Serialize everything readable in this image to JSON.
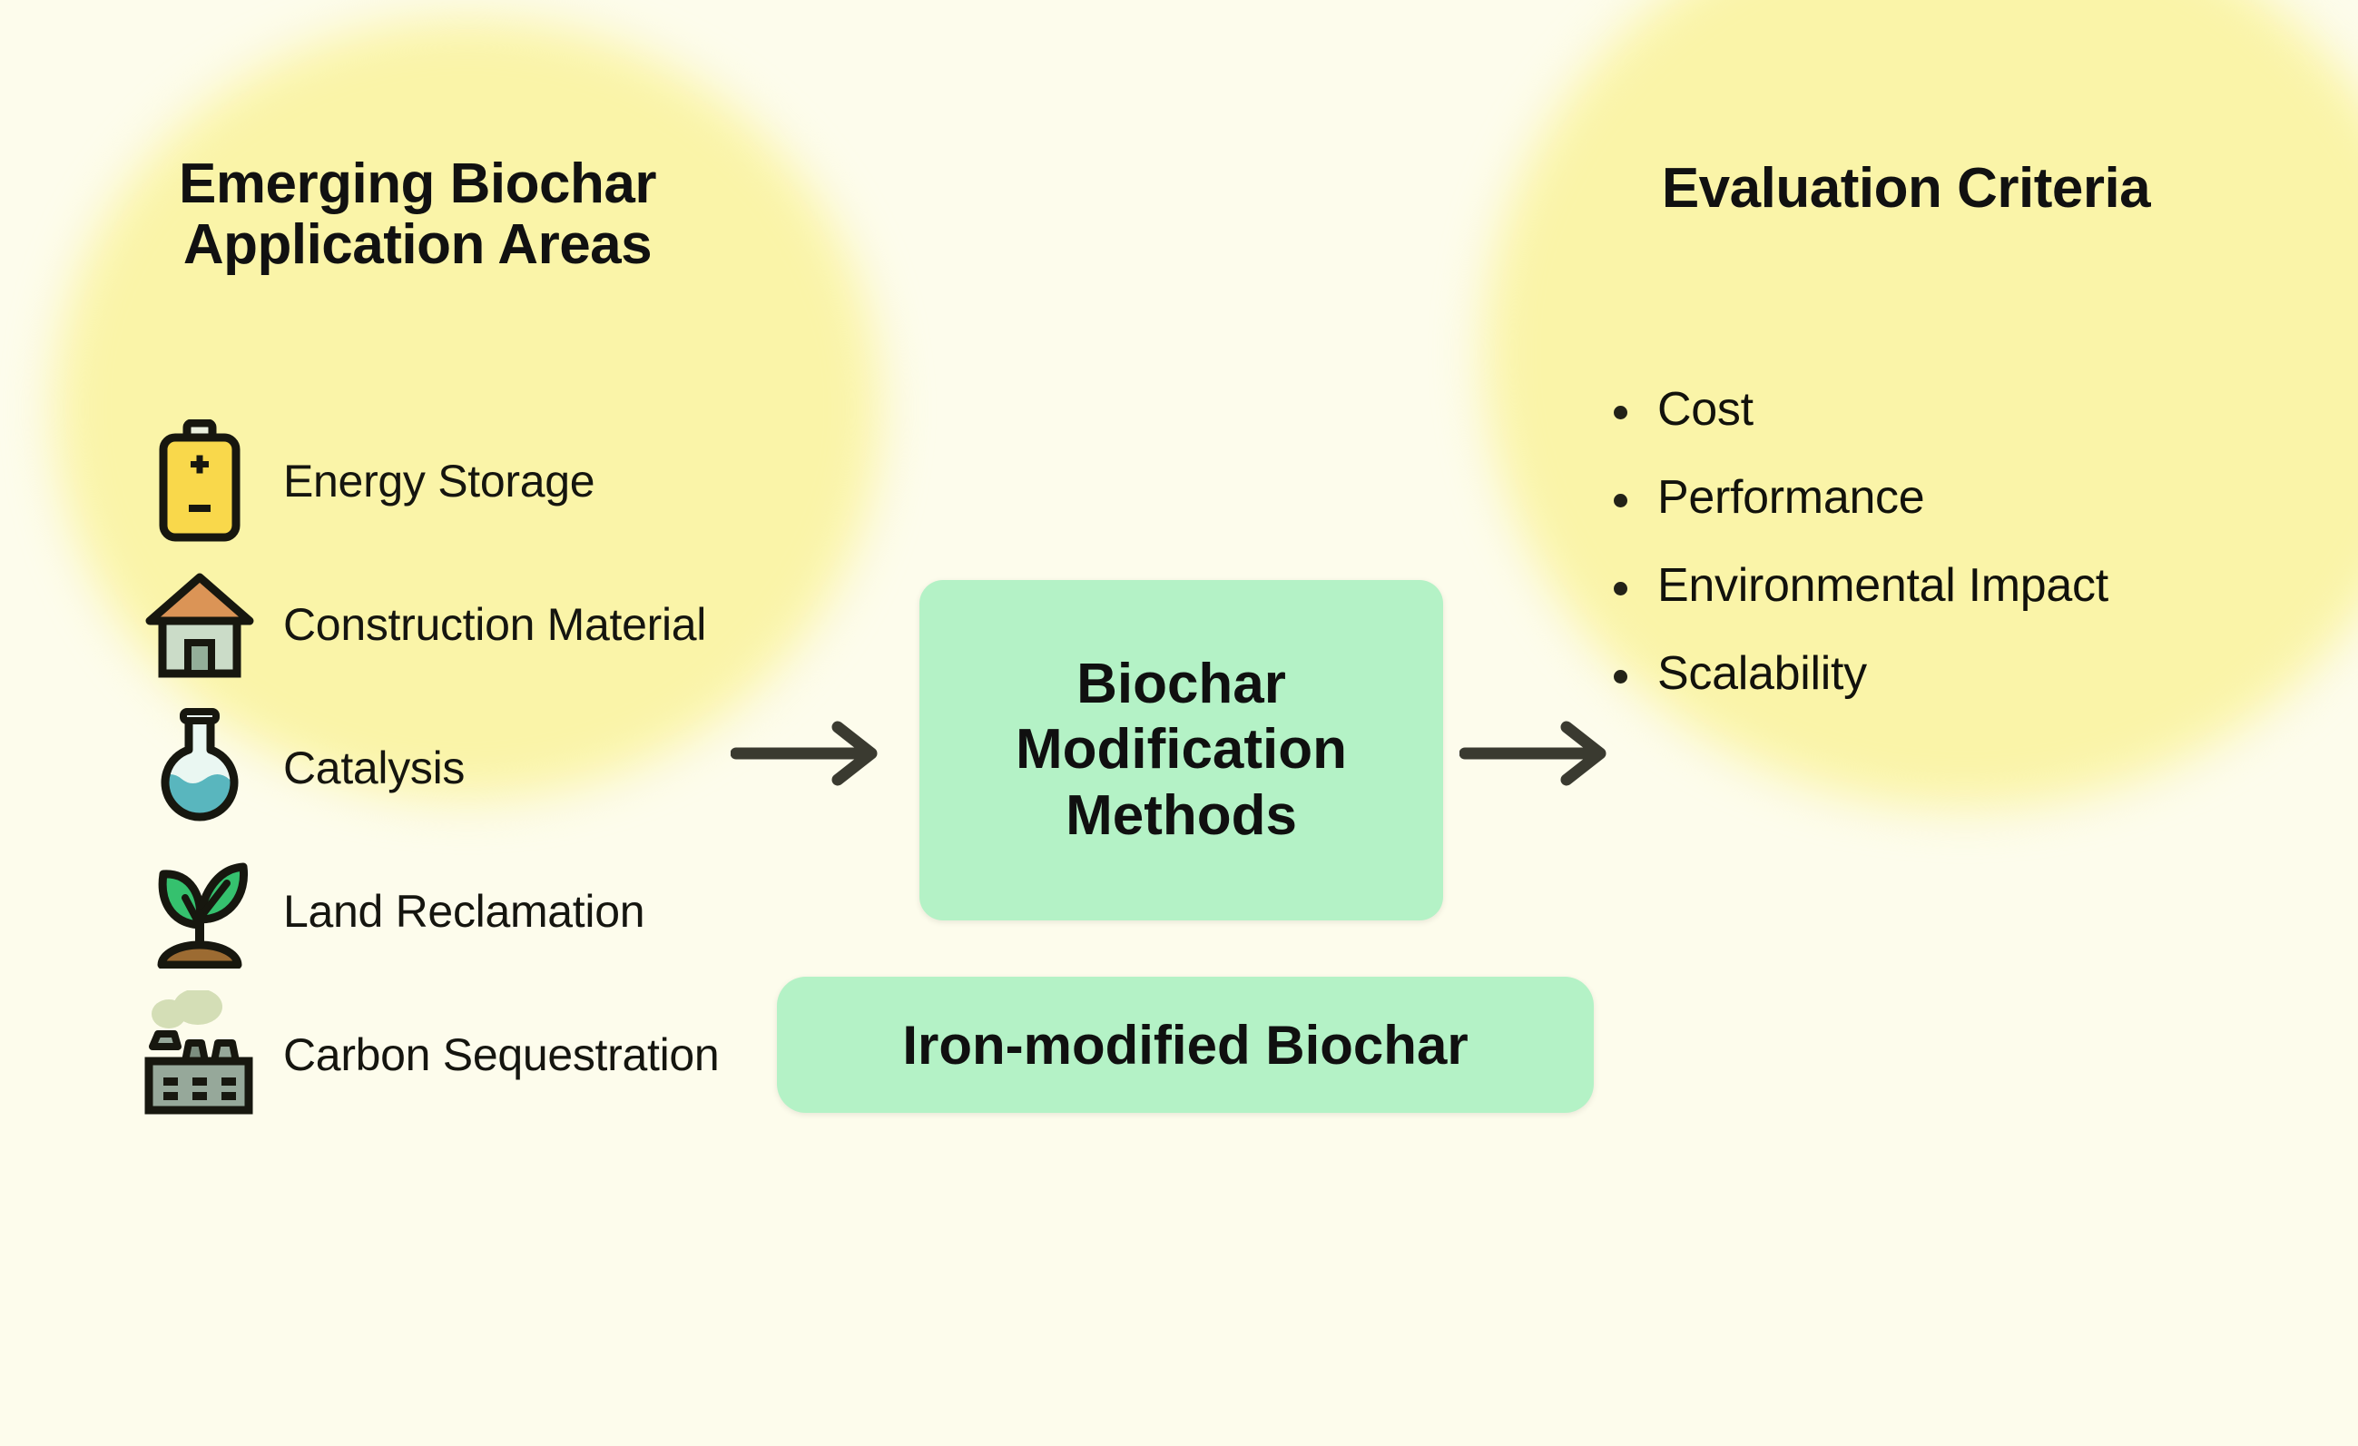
{
  "canvas": {
    "background": "#FDFCEC",
    "blob_color": "#FAF4A8",
    "box_color": "#B4F2C6",
    "arrow_color": "#3A3A30",
    "text_color": "#111111"
  },
  "left_cluster": {
    "heading": "Emerging Biochar Application Areas",
    "items": [
      {
        "icon": "battery-icon",
        "label": "Energy Storage"
      },
      {
        "icon": "house-icon",
        "label": "Construction Material"
      },
      {
        "icon": "flask-icon",
        "label": "Catalysis"
      },
      {
        "icon": "seedling-icon",
        "label": "Land Reclamation"
      },
      {
        "icon": "factory-icon",
        "label": "Carbon Sequestration"
      }
    ]
  },
  "center": {
    "main_box_label": "Biochar Modification Methods",
    "secondary_box_label": "Iron-modified Biochar",
    "arrow_in": "arrow-right-icon",
    "arrow_out": "arrow-right-icon"
  },
  "right_cluster": {
    "heading": "Evaluation Criteria",
    "criteria": [
      "Cost",
      "Performance",
      "Environmental Impact",
      "Scalability"
    ]
  }
}
